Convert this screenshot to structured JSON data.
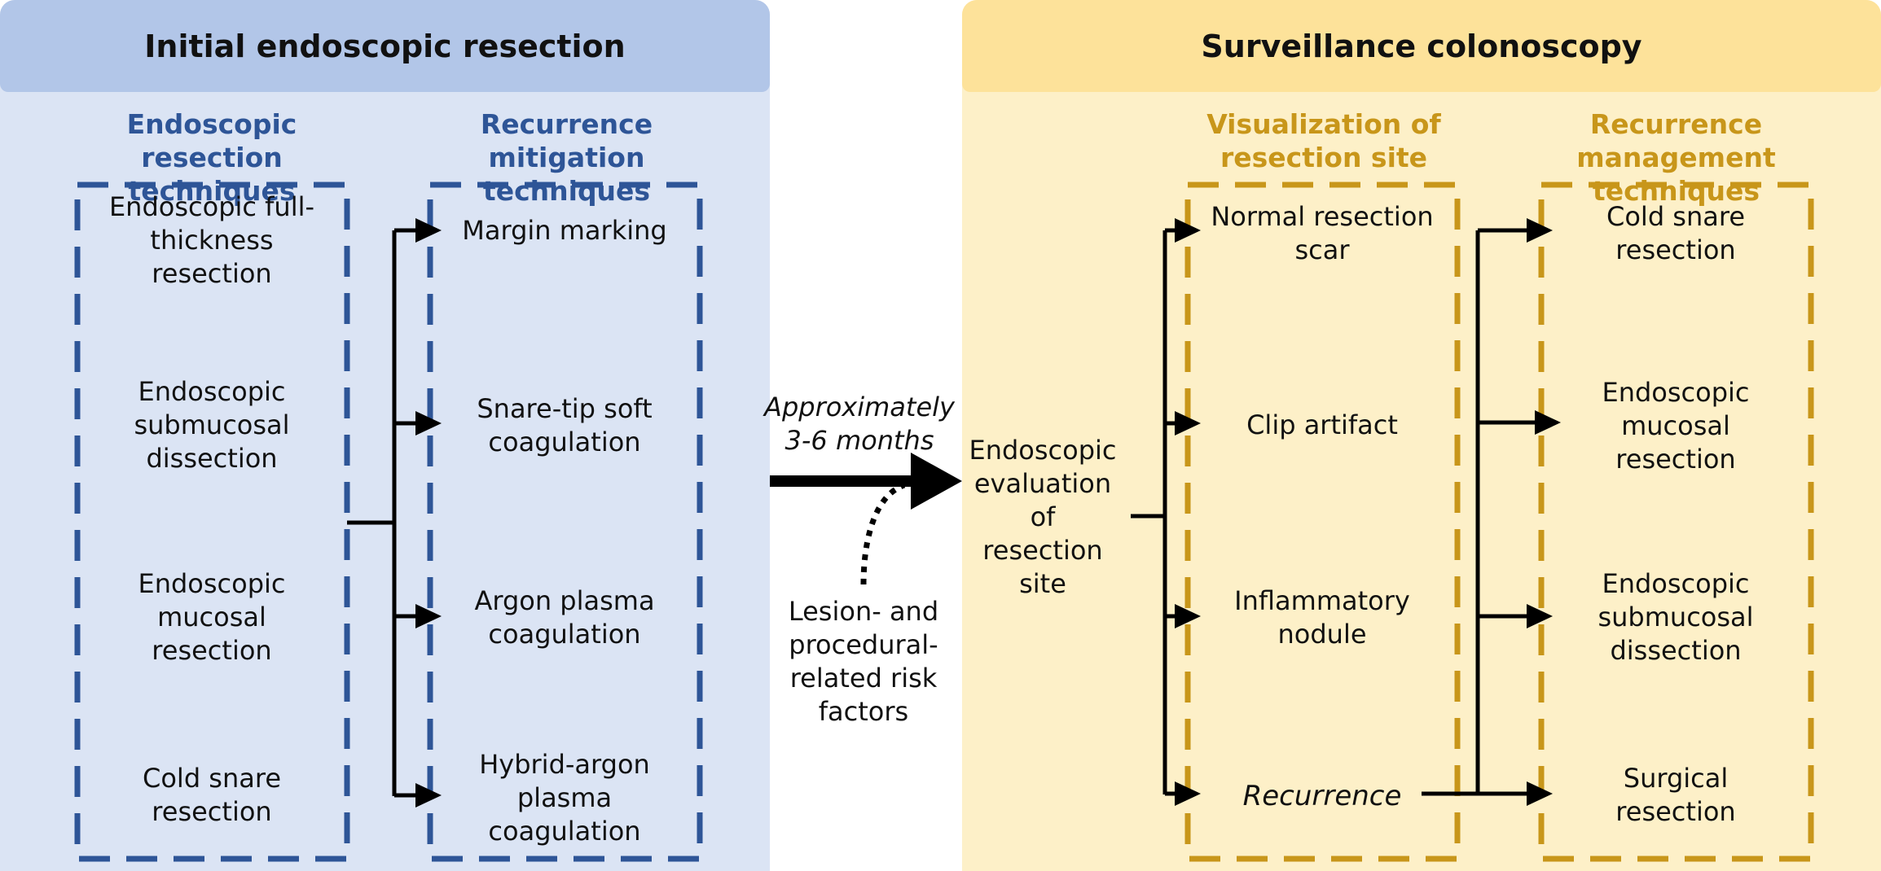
{
  "left_panel": {
    "title": "Initial endoscopic resection",
    "col1": {
      "heading": "Endoscopic resection techniques",
      "items": [
        "Endoscopic full-thickness resection",
        "Endoscopic submucosal dissection",
        "Endoscopic mucosal resection",
        "Cold snare resection"
      ]
    },
    "col2": {
      "heading": "Recurrence mitigation techniques",
      "items": [
        "Margin marking",
        "Snare-tip soft coagulation",
        "Argon plasma coagulation",
        "Hybrid-argon plasma coagulation"
      ]
    }
  },
  "middle": {
    "interval": "Approximately 3-6 months",
    "risk": "Lesion- and procedural-related risk factors"
  },
  "right_panel": {
    "title": "Surveillance colonoscopy",
    "evaluation": "Endoscopic evaluation of resection site",
    "col1": {
      "heading": "Visualization of resection site",
      "items": [
        "Normal resection scar",
        "Clip artifact",
        "Inflammatory nodule",
        "Recurrence"
      ]
    },
    "col2": {
      "heading": "Recurrence management techniques",
      "items": [
        "Cold snare resection",
        "Endoscopic mucosal resection",
        "Endoscopic submucosal dissection",
        "Surgical resection"
      ]
    }
  },
  "colors": {
    "left_bg": "#dbe4f4",
    "left_header": "#b2c6e8",
    "left_accent": "#2e5597",
    "right_bg": "#fdf0c8",
    "right_header": "#fde29a",
    "right_accent": "#c8961a",
    "arrows": "#000000"
  }
}
